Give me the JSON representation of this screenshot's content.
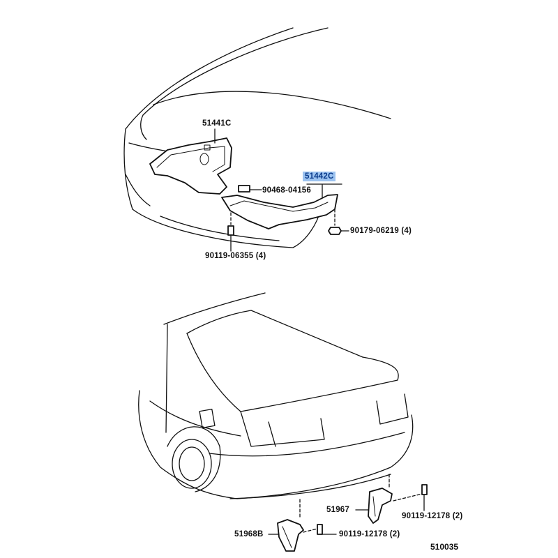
{
  "diagram": {
    "figure_code": "510035",
    "selected_color": "#9cc3f0",
    "callouts": {
      "engine_under_cover_lh": "51441C",
      "engine_under_cover_rh": "51442C",
      "clip_nut": "90468-04156",
      "nut_front": "90179-06219 (4)",
      "bolt_front": "90119-06355 (4)",
      "bracket_rear_rh": "51967",
      "bracket_rear_lh": "51968B",
      "bolt_rear_rh": "90119-12178 (2)",
      "bolt_rear_lh": "90119-12178 (2)"
    },
    "selected": "51442C"
  }
}
